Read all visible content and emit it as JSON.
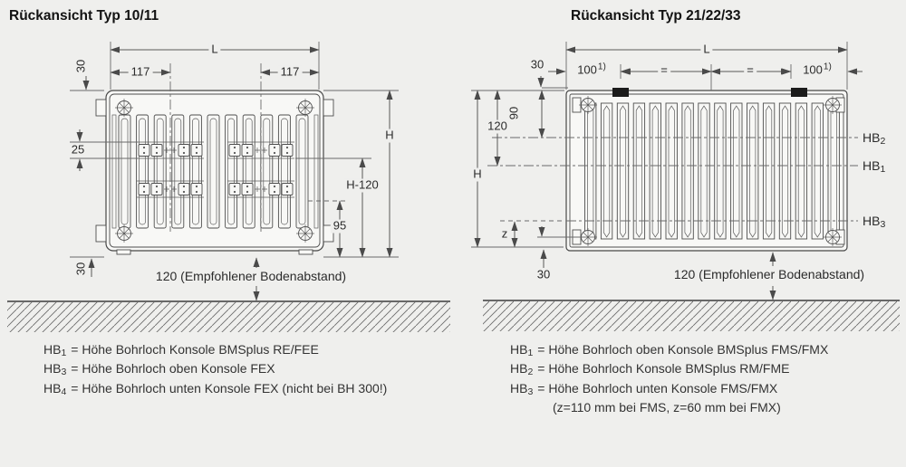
{
  "left_diagram": {
    "title": "Rückansicht Typ 10/11",
    "labels": {
      "L": "L",
      "w117_left": "117",
      "w117_right": "117",
      "t30_top": "30",
      "d25": "25",
      "H": "H",
      "H_minus_120": "H-120",
      "d95": "95",
      "t30_bottom": "30",
      "floor": "120 (Empfohlener Bodenabstand)"
    },
    "legend": [
      {
        "base": "HB",
        "sub": "1",
        "text": "= Höhe Bohrloch Konsole BMSplus RE/FEE"
      },
      {
        "base": "HB",
        "sub": "3",
        "text": "= Höhe Bohrloch oben Konsole FEX"
      },
      {
        "base": "HB",
        "sub": "4",
        "text": "= Höhe Bohrloch unten Konsole FEX (nicht bei BH 300!)"
      }
    ]
  },
  "right_diagram": {
    "title": "Rückansicht Typ 21/22/33",
    "labels": {
      "L": "L",
      "t30_top": "30",
      "d100_left": "100",
      "sup_left": "1)",
      "eq1": "=",
      "eq2": "=",
      "d100_right": "100",
      "sup_right": "1)",
      "d90": "90",
      "d120": "120",
      "H": "H",
      "z": "z",
      "t30_bottom": "30",
      "floor": "120 (Empfohlener Bodenabstand)"
    },
    "hb_marks": [
      {
        "base": "HB",
        "sub": "2"
      },
      {
        "base": "HB",
        "sub": "1"
      },
      {
        "base": "HB",
        "sub": "3"
      }
    ],
    "legend": [
      {
        "base": "HB",
        "sub": "1",
        "text": "= Höhe Bohrloch oben Konsole BMSplus FMS/FMX"
      },
      {
        "base": "HB",
        "sub": "2",
        "text": "= Höhe Bohrloch Konsole BMSplus RM/FME"
      },
      {
        "base": "HB",
        "sub": "3",
        "text": "= Höhe Bohrloch unten Konsole FMS/FMX"
      },
      {
        "base": "",
        "sub": "",
        "text": "(z=110 mm bei FMS, z=60 mm bei FMX)"
      }
    ]
  }
}
